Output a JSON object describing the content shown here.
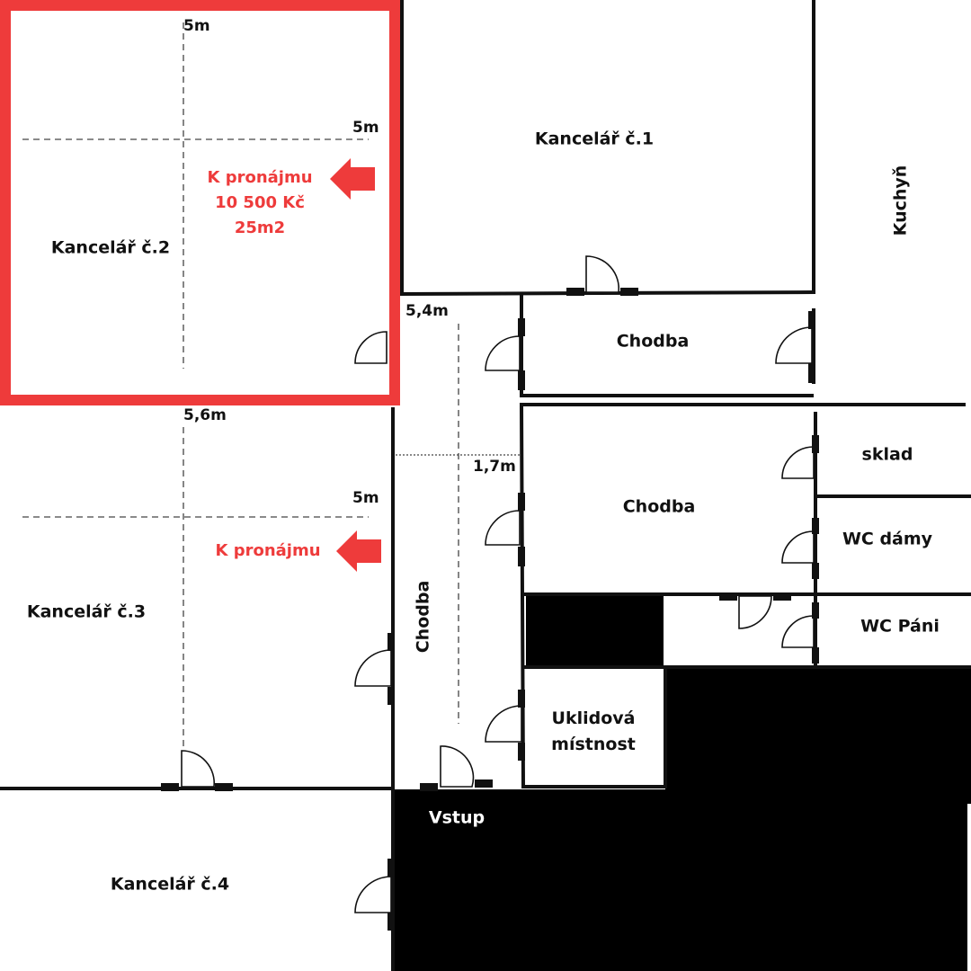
{
  "rooms": {
    "office1": "Kancelář č.1",
    "office2": "Kancelář č.2",
    "office3": "Kancelář č.3",
    "office4": "Kancelář č.4",
    "kitchen": "Kuchyň",
    "corridor_top": "Chodba",
    "corridor_middle": "Chodba",
    "corridor_vertical": "Chodba",
    "storage": "sklad",
    "wc_women": "WC dámy",
    "wc_men": "WC Páni",
    "cleaning_line1": "Uklidová",
    "cleaning_line2": "místnost",
    "entrance": "Vstup"
  },
  "dimensions": {
    "office2_width": "5m",
    "office2_depth": "5m",
    "corridor_length": "5,4m",
    "office3_width": "5,6m",
    "office3_depth": "5m",
    "corridor_width": "1,7m"
  },
  "rental": {
    "office2_label": "K pronájmu",
    "office2_price": "10 500 Kč",
    "office2_area": "25m2",
    "office3_label": "K pronájmu"
  },
  "colors": {
    "highlight": "#ee3b3b",
    "wall": "#111111",
    "background": "#ffffff"
  }
}
